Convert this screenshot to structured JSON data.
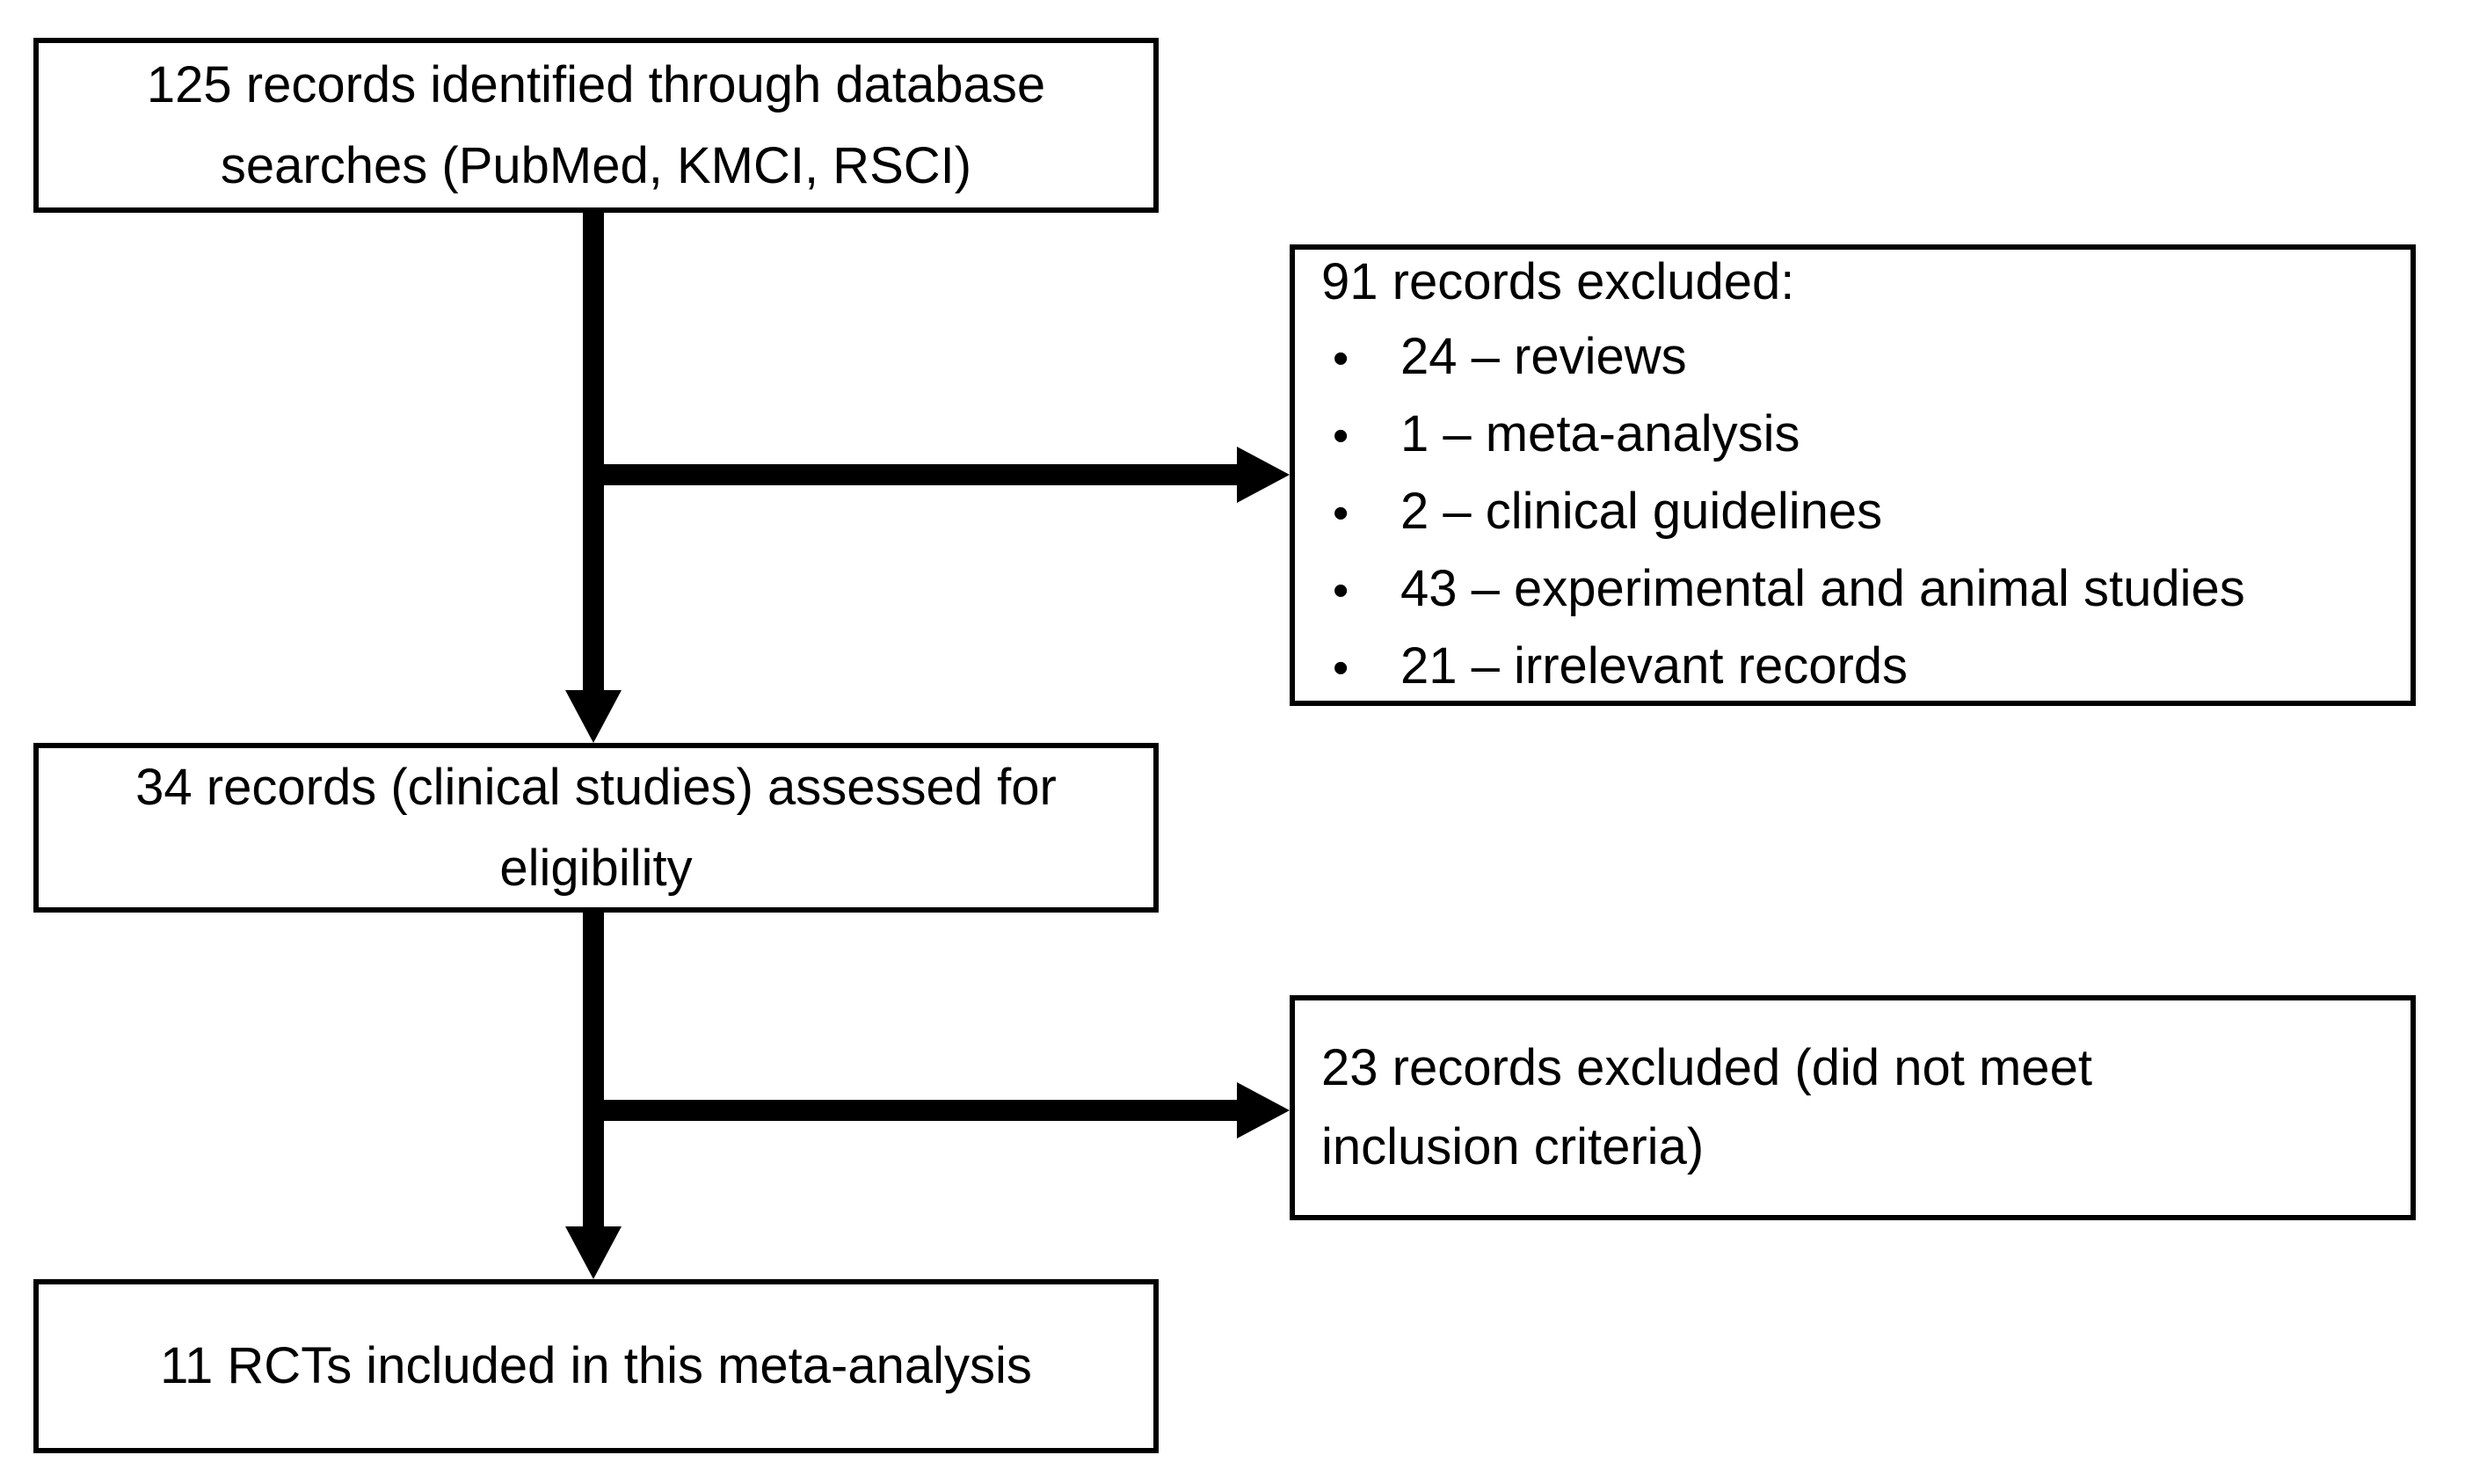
{
  "colors": {
    "background": "#ffffff",
    "ink": "#000000"
  },
  "boxes": {
    "identification": {
      "lines": [
        "125 records identified through database",
        "searches (PubMed, KMCI, RSCI)"
      ]
    },
    "screening_exclusions": {
      "heading": "91 records excluded:",
      "bullet_char": "•",
      "items": [
        "24 – reviews",
        "1 – meta-analysis",
        "2 – clinical guidelines",
        "43 – experimental and animal studies",
        "21 – irrelevant records"
      ]
    },
    "eligibility": {
      "lines": [
        "34 records (clinical studies) assessed for",
        "eligibility"
      ]
    },
    "eligibility_exclusion": {
      "lines": [
        "23 records excluded (did not meet",
        "inclusion criteria)"
      ]
    },
    "included": {
      "lines": [
        "11 RCTs included in this meta-analysis"
      ]
    }
  }
}
